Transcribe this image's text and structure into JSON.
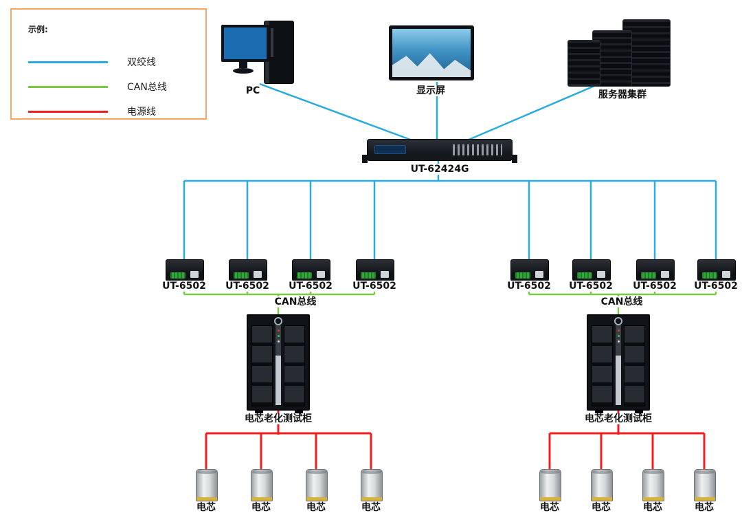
{
  "legend": {
    "title": "示例:",
    "items": [
      {
        "id": "twisted-pair",
        "label": "双绞线"
      },
      {
        "id": "can-bus",
        "label": "CAN总线"
      },
      {
        "id": "power-line",
        "label": "电源线"
      }
    ]
  },
  "labels": {
    "pc": "PC",
    "display": "显示屏",
    "server_cluster": "服务器集群",
    "switch": "UT-62424G",
    "converter": "UT-6502",
    "can_bus": "CAN总线",
    "cabinet": "电芯老化测试柜",
    "cell": "电芯"
  },
  "colors": {
    "twisted_pair": "#29abe2",
    "can_bus": "#7ac943",
    "power_line": "#f01e1e",
    "legend_border": "#f5a662"
  }
}
